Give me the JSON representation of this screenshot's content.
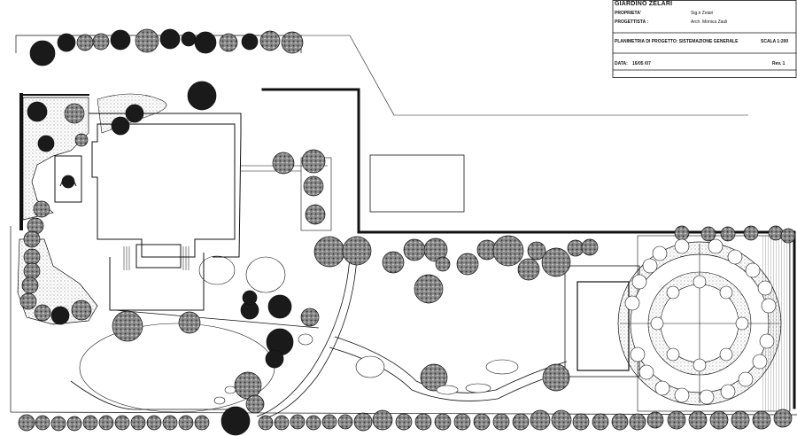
{
  "title_block": {
    "project_title": "GIARDINO ZELARI",
    "owner_label": "PROPRIETA'",
    "owner_value": "Sig.ri  Zelari",
    "designer_label": "PROGETTISTA :",
    "designer_value": "Arch. Monica Zauli",
    "drawing_title": "PLANIMETRIA DI PROGETTO:  SISTEMAZIONE GENERALE",
    "scale": "SCALA  1:200",
    "date_label": "DATA:",
    "date_value": "16/05 /07",
    "revision": "Rev. 1"
  },
  "colors": {
    "ink": "#111111",
    "paper": "#ffffff",
    "tree_dark": "#1a1a1a",
    "tree_mid": "#555555",
    "tree_light": "#bdbdbd"
  }
}
